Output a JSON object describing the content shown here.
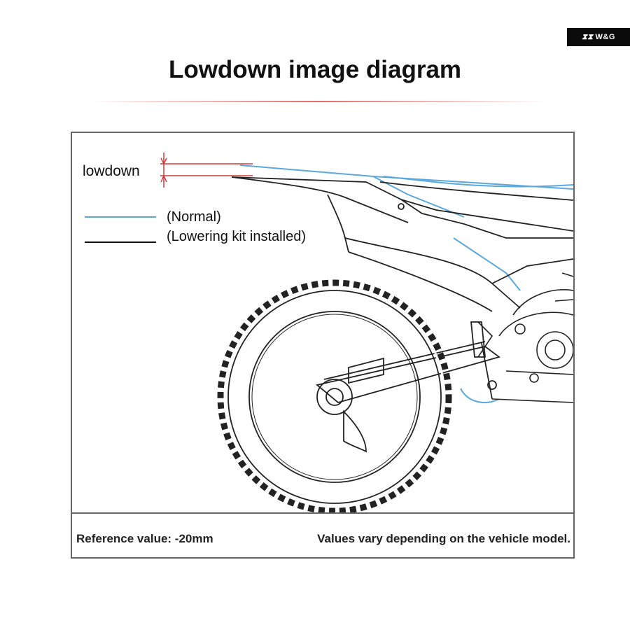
{
  "logo": {
    "text": "W&G",
    "mark": "⧗⧗"
  },
  "title": "Lowdown image diagram",
  "diagram": {
    "lowdown_label": "lowdown",
    "legend": [
      {
        "text": "(Normal)",
        "color": "#5aa8dc"
      },
      {
        "text": "(Lowering kit installed)",
        "color": "#111111"
      }
    ],
    "marker_color": "#d23a3a"
  },
  "footer": {
    "reference": "Reference value: -20mm",
    "note": "Values vary depending on the vehicle model."
  }
}
